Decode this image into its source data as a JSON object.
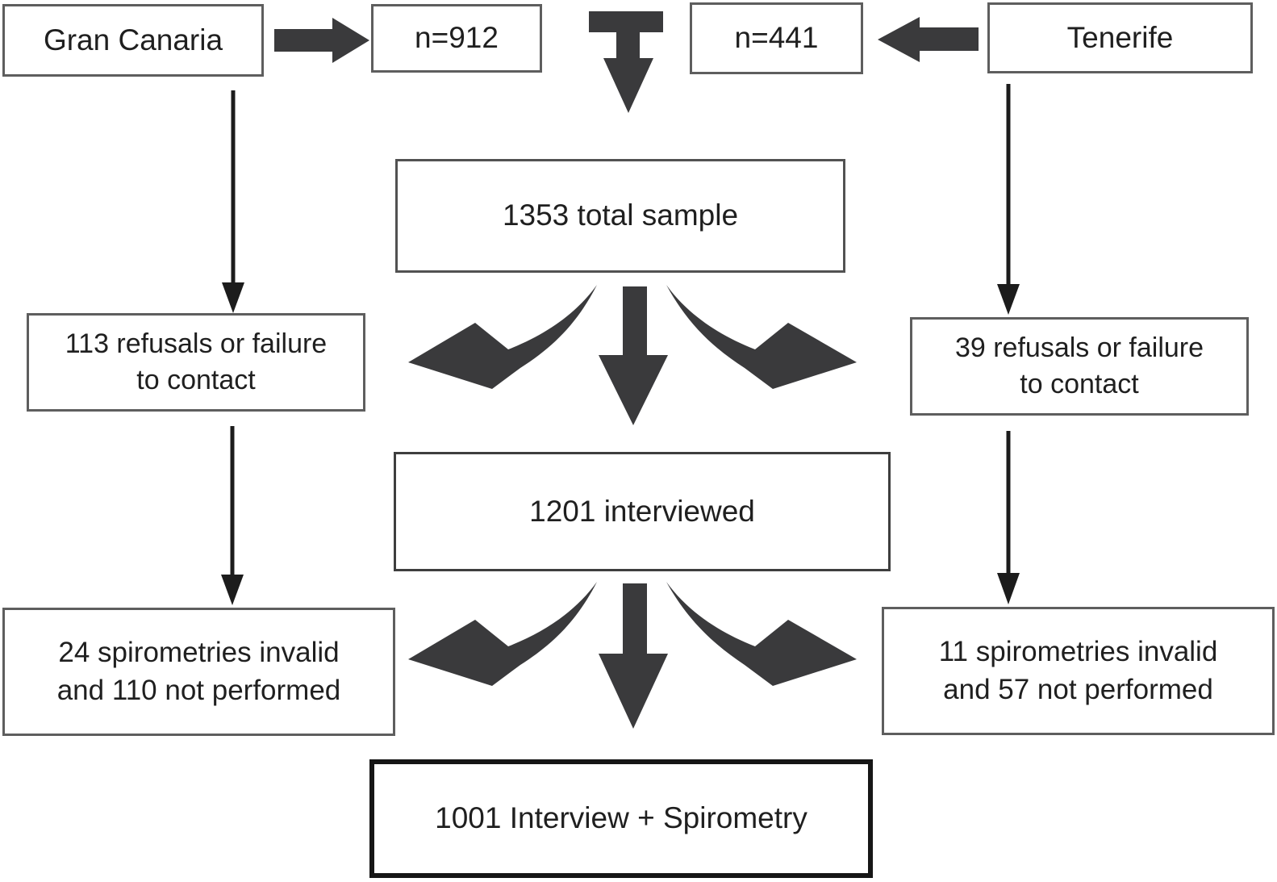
{
  "figure_type": "study-recruitment-flowchart",
  "colors": {
    "background": "#ffffff",
    "thick_arrow": "#3a3a3c",
    "thin_arrow": "#1c1c1c",
    "box_border": "#5e5e5e",
    "box_border_strong": "#161616",
    "text": "#1f1f1f"
  },
  "nodes": {
    "gran_canaria": {
      "label": "Gran Canaria"
    },
    "n912": {
      "label": "n=912"
    },
    "n441": {
      "label": "n=441"
    },
    "tenerife": {
      "label": "Tenerife"
    },
    "total_sample": {
      "label": "1353 total sample"
    },
    "refusals_gc": {
      "line1": "113 refusals or failure",
      "line2": "to contact"
    },
    "refusals_tf": {
      "line1": "39 refusals or failure",
      "line2": "to contact"
    },
    "interviewed": {
      "label": "1201 interviewed"
    },
    "spirometries_gc": {
      "line1": "24 spirometries invalid",
      "line2": "and 110 not performed"
    },
    "spirometries_tf": {
      "line1": "11 spirometries invalid",
      "line2": "and 57 not performed"
    },
    "final": {
      "label": "1001 Interview + Spirometry"
    }
  },
  "arrows": [
    {
      "name": "arrow-gran-canaria-to-n912",
      "style": "thick-horizontal-right"
    },
    {
      "name": "arrow-tenerife-to-n441",
      "style": "thick-horizontal-left"
    },
    {
      "name": "arrow-merge-to-total-sample",
      "style": "thick-t-shape-down"
    },
    {
      "name": "arrow-gran-canaria-to-refusals",
      "style": "thin-vertical-down"
    },
    {
      "name": "arrow-tenerife-to-refusals",
      "style": "thin-vertical-down"
    },
    {
      "name": "arrow-refusals-gc-to-spirometries",
      "style": "thin-vertical-down"
    },
    {
      "name": "arrow-refusals-tf-to-spirometries",
      "style": "thin-vertical-down"
    },
    {
      "name": "arrow-total-to-left-exclusions",
      "style": "thick-curved-down-left"
    },
    {
      "name": "arrow-total-to-interviewed",
      "style": "thick-straight-down"
    },
    {
      "name": "arrow-total-to-right-exclusions",
      "style": "thick-curved-down-right"
    },
    {
      "name": "arrow-interviewed-to-left-exclusions",
      "style": "thick-curved-down-left"
    },
    {
      "name": "arrow-interviewed-to-final",
      "style": "thick-straight-down"
    },
    {
      "name": "arrow-interviewed-to-right-exclusions",
      "style": "thick-curved-down-right"
    }
  ]
}
